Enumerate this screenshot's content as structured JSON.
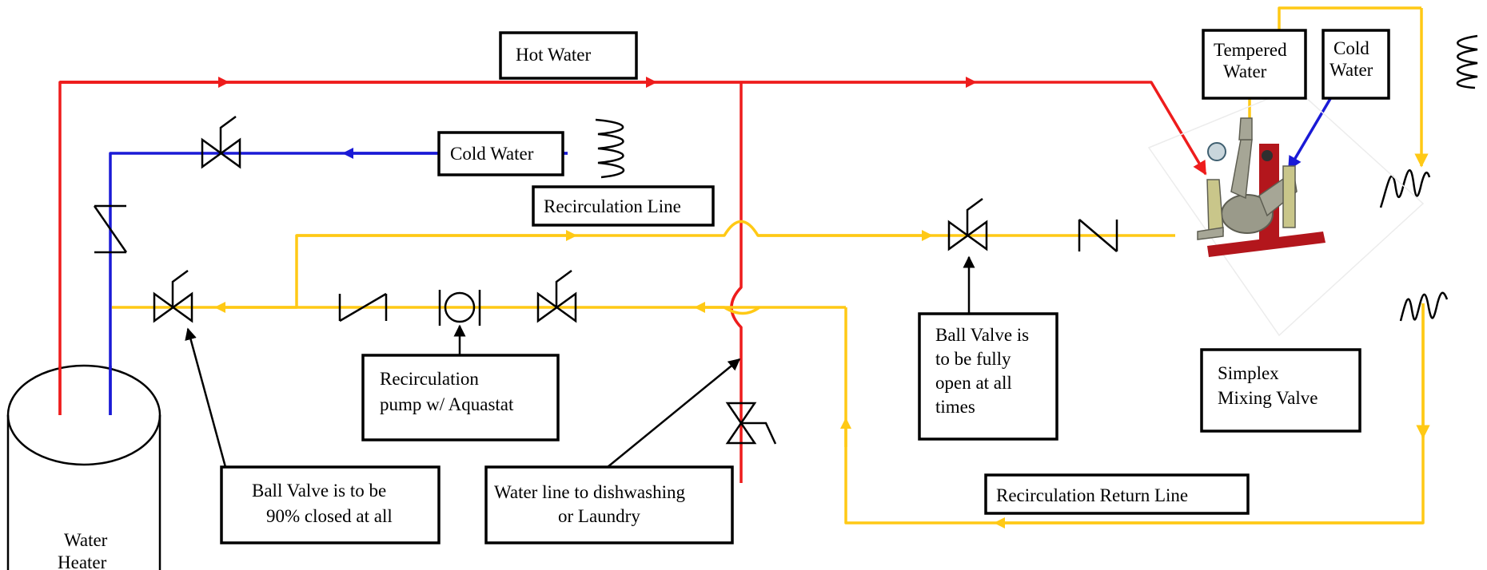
{
  "colors": {
    "hot_water_line": "#ee1c1c",
    "cold_water_line": "#1a1ad6",
    "recirculation_line": "#ffc915",
    "valve_body": "#9a9a8a",
    "valve_base": "#b3161c"
  },
  "labels": {
    "hot_water": "Hot Water",
    "cold_water_main": "Cold Water",
    "recirculation_line": "Recirculation Line",
    "tempered_water": [
      "Tempered",
      "Water"
    ],
    "cold_water_valve": [
      "Cold",
      "Water"
    ],
    "ball_valve_open": [
      "Ball Valve is",
      "to be fully",
      "open at all",
      "times"
    ],
    "simplex_mixing_valve": [
      "Simplex",
      "Mixing Valve"
    ],
    "recirculation_pump": [
      "Recirculation",
      "pump w/ Aquastat"
    ],
    "ball_valve_closed": [
      "Ball Valve is to be",
      "90% closed at all"
    ],
    "dishwashing_line": [
      "Water line to dishwashing",
      "or Laundry"
    ],
    "recirculation_return_line": "Recirculation Return Line",
    "water_heater": [
      "Water",
      "Heater"
    ]
  },
  "icons": {
    "valve": "gate-valve-icon",
    "check_valve": "check-valve-icon",
    "pump": "circulating-pump-icon",
    "flexible_connection": "flex-connector-icon",
    "mixing_valve": "mixing-valve-assembly-icon",
    "tank": "water-heater-tank-icon"
  }
}
